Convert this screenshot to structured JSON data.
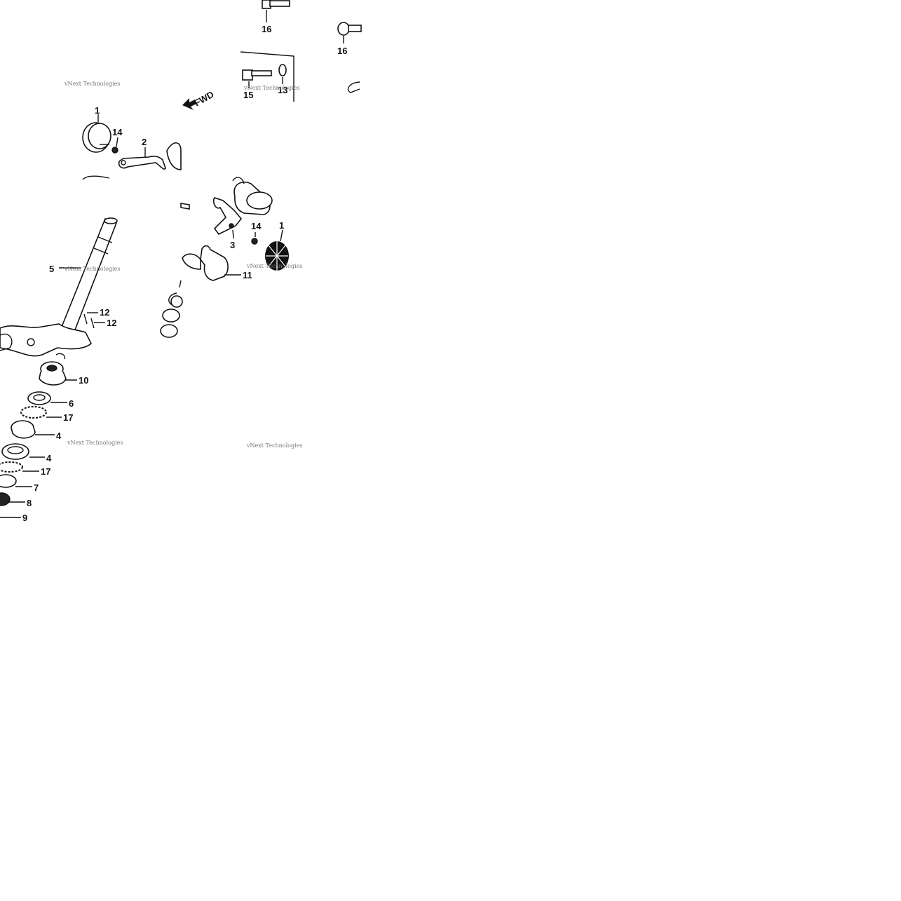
{
  "diagram": {
    "direction_label": "FWD",
    "watermark_text": "vNext Technologies",
    "callouts": [
      {
        "id": "c16a",
        "label": "16"
      },
      {
        "id": "c16b",
        "label": "16"
      },
      {
        "id": "c15",
        "label": "15"
      },
      {
        "id": "c13",
        "label": "13"
      },
      {
        "id": "c1a",
        "label": "1"
      },
      {
        "id": "c14a",
        "label": "14"
      },
      {
        "id": "c2",
        "label": "2"
      },
      {
        "id": "c14b",
        "label": "14"
      },
      {
        "id": "c1b",
        "label": "1"
      },
      {
        "id": "c3",
        "label": "3"
      },
      {
        "id": "c11",
        "label": "11"
      },
      {
        "id": "c5",
        "label": "5"
      },
      {
        "id": "c12a",
        "label": "12"
      },
      {
        "id": "c12b",
        "label": "12"
      },
      {
        "id": "c10",
        "label": "10"
      },
      {
        "id": "c6",
        "label": "6"
      },
      {
        "id": "c17a",
        "label": "17"
      },
      {
        "id": "c4a",
        "label": "4"
      },
      {
        "id": "c4b",
        "label": "4"
      },
      {
        "id": "c17b",
        "label": "17"
      },
      {
        "id": "c7",
        "label": "7"
      },
      {
        "id": "c8",
        "label": "8"
      },
      {
        "id": "c9",
        "label": "9"
      }
    ]
  }
}
